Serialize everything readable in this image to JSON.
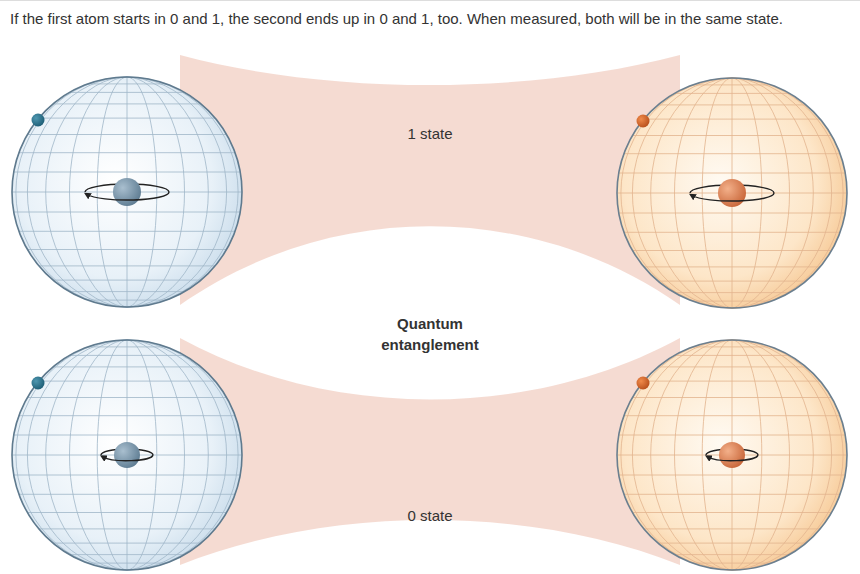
{
  "diagram": {
    "title": "If the first atom starts in 0 and 1, the second ends up in 0 and 1, too. When measured, both will be in the same state.",
    "labels": [
      "1 state",
      "Quantum entanglement",
      "0 state"
    ]
  }
}
